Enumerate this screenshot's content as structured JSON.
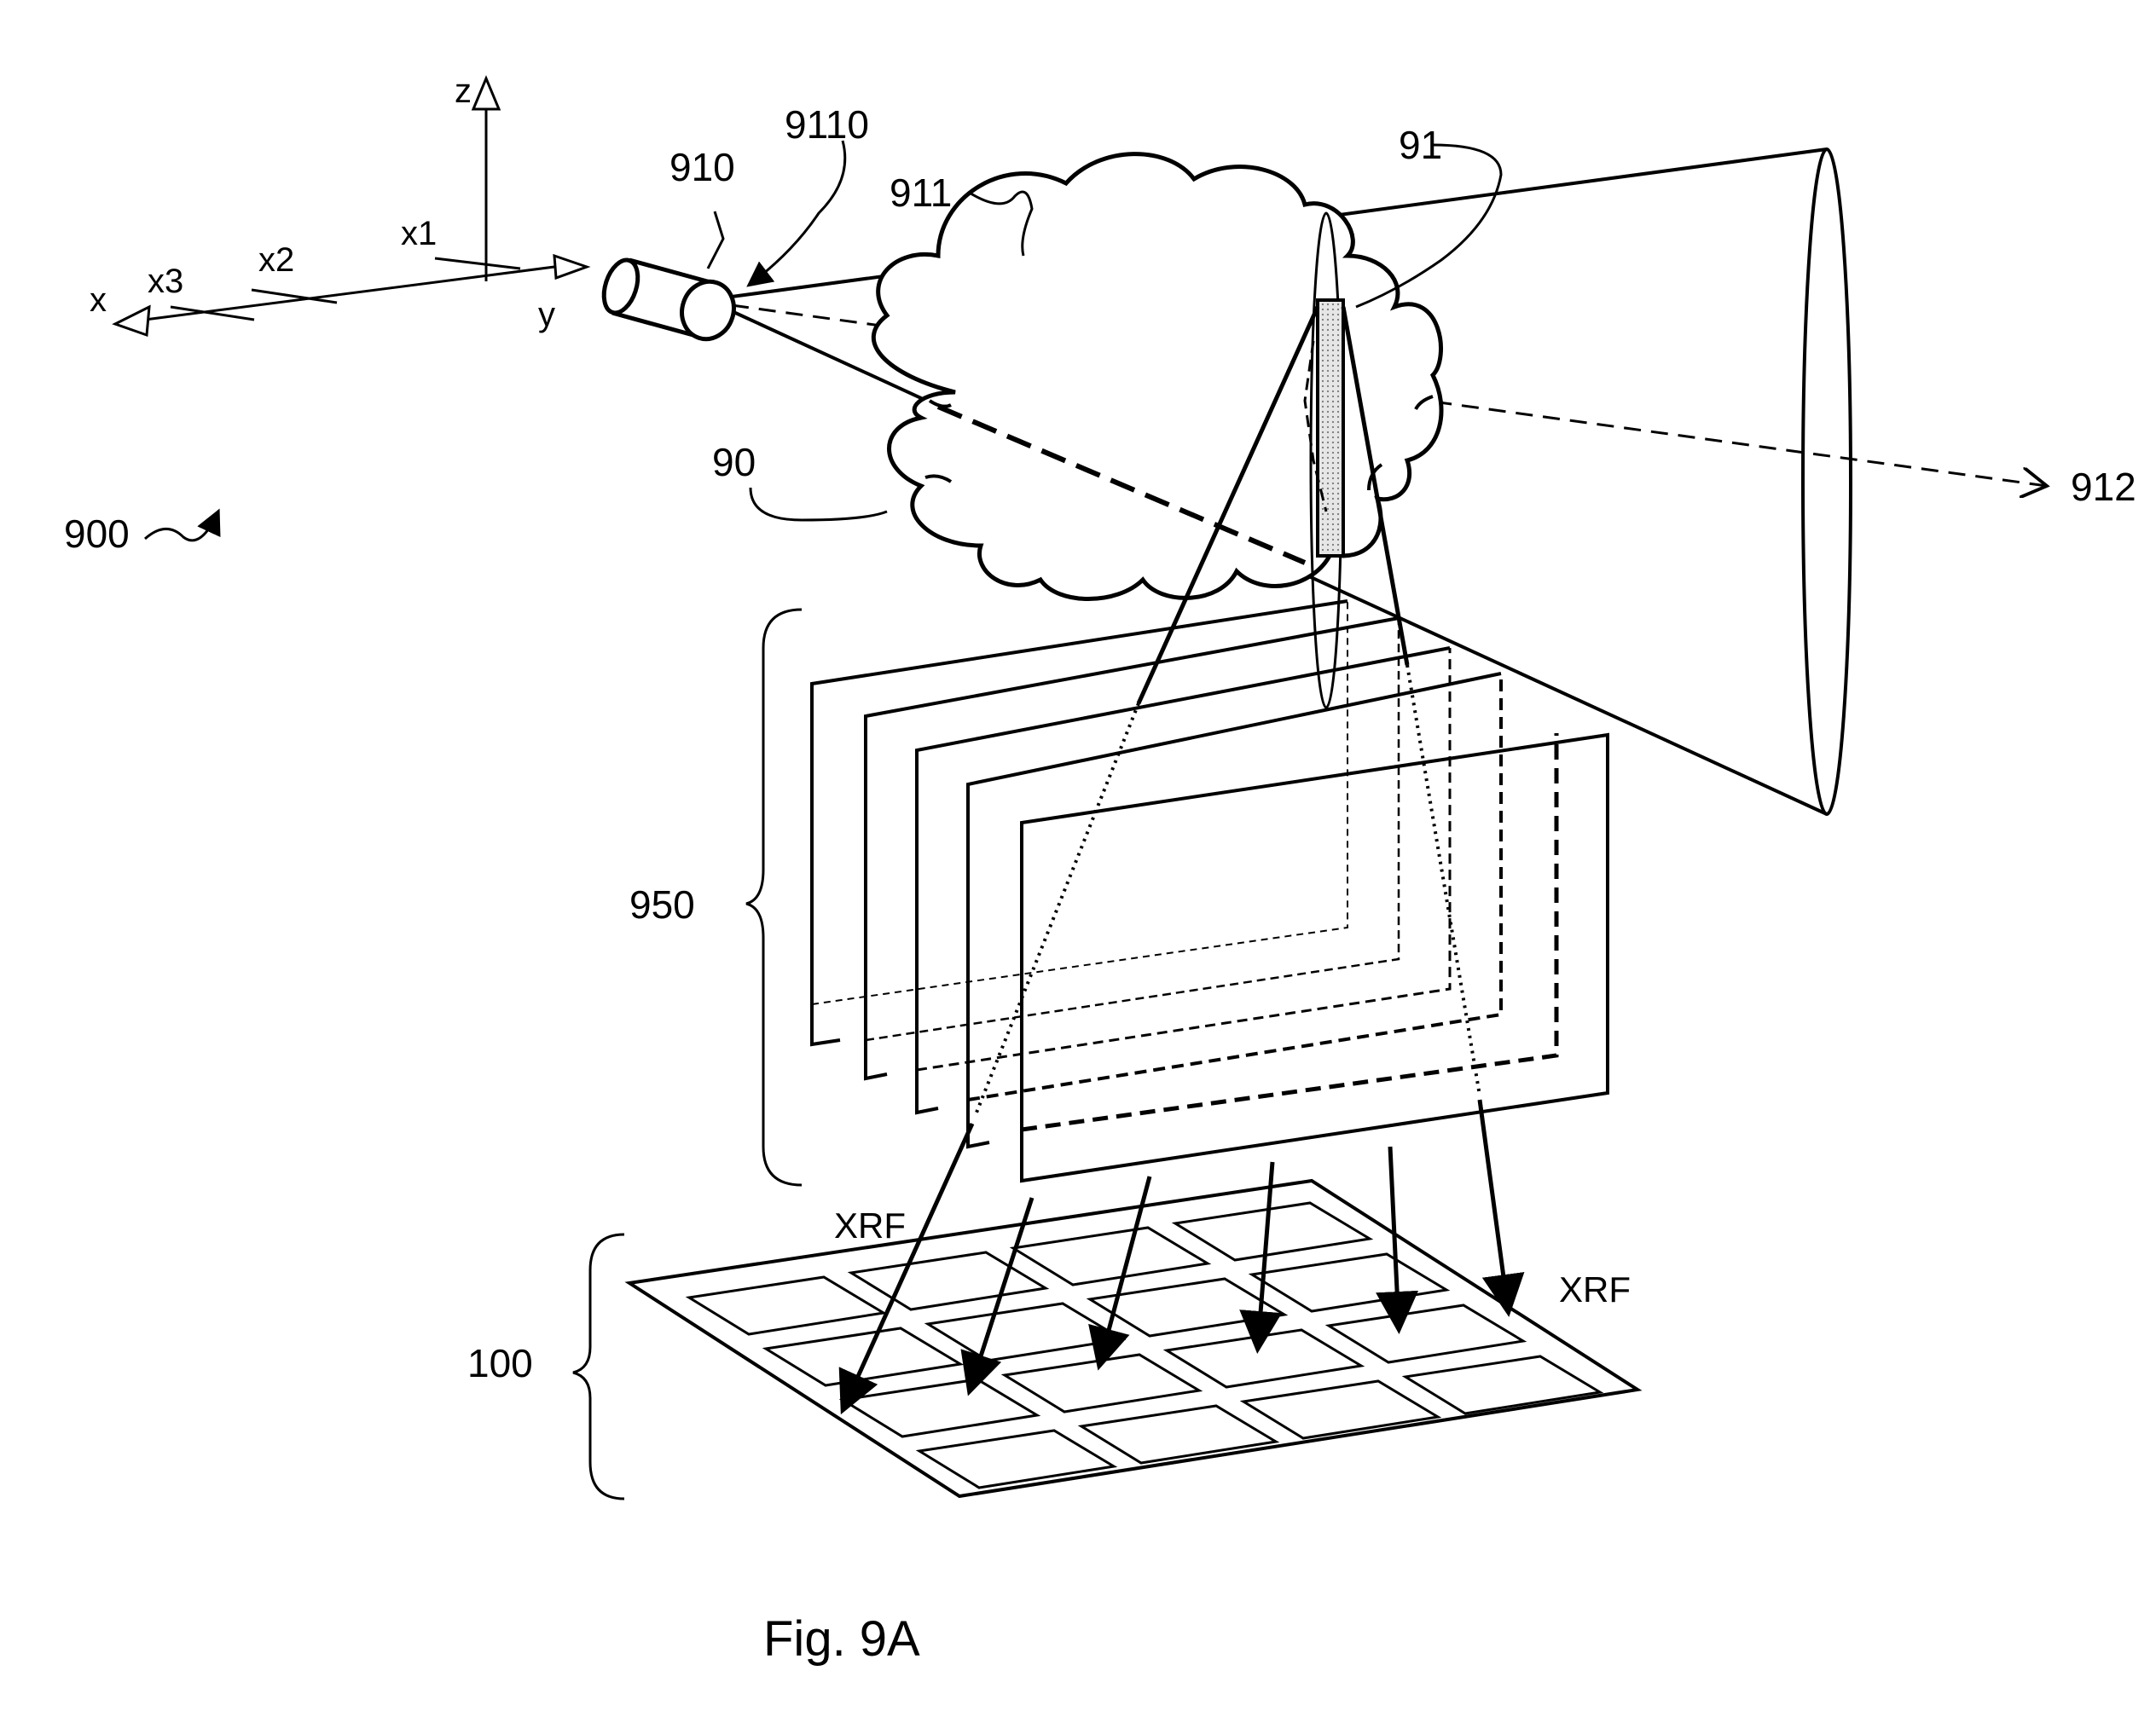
{
  "figure": {
    "caption": "Fig. 9A",
    "labels": {
      "system": "900",
      "sample": "90",
      "region": "91",
      "source": "910",
      "source_exit": "9110",
      "beam": "911",
      "beam_axis": "912",
      "planes": "950",
      "detector": "100",
      "xrf_left": "XRF",
      "xrf_right": "XRF"
    },
    "axes": {
      "z": "z",
      "y": "y",
      "x": "x",
      "x1": "x1",
      "x2": "x2",
      "x3": "x3"
    }
  }
}
